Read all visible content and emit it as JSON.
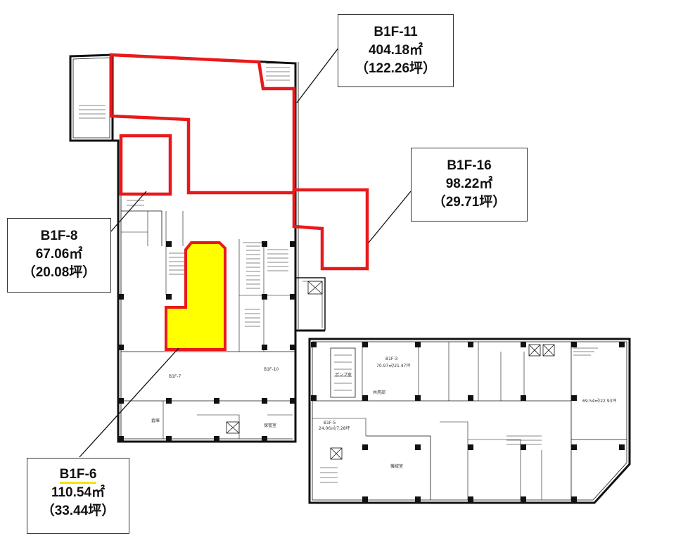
{
  "callouts": {
    "b1f11": {
      "name": "B1F-11",
      "area_sqm": "404.18㎡",
      "area_tsubo": "（122.26坪）"
    },
    "b1f16": {
      "name": "B1F-16",
      "area_sqm": "98.22㎡",
      "area_tsubo": "（29.71坪）"
    },
    "b1f8": {
      "name": "B1F-8",
      "area_sqm": "67.06㎡",
      "area_tsubo": "（20.08坪）"
    },
    "b1f6": {
      "name": "B1F-6",
      "area_sqm": "110.54㎡",
      "area_tsubo": "（33.44坪）"
    }
  },
  "plan_labels": {
    "b1f7": "B1F-7",
    "b1f10": "B1F-10",
    "b1f3": "B1F-3",
    "b1f5": "B1F-5",
    "machine_room": "機械室",
    "warehouse": "倉庫",
    "storage": "保管室",
    "pump_room": "ポンプ室",
    "center_hall": "共用部",
    "b1f3_area": "70.97㎡/21.47坪",
    "b1f5_area": "24.06㎡/7.28坪",
    "east_area": "69.54㎡/22.93坪"
  },
  "colors": {
    "highlight_red": "#e8191b",
    "highlight_yellow": "#ffff00",
    "wall": "#111111"
  }
}
